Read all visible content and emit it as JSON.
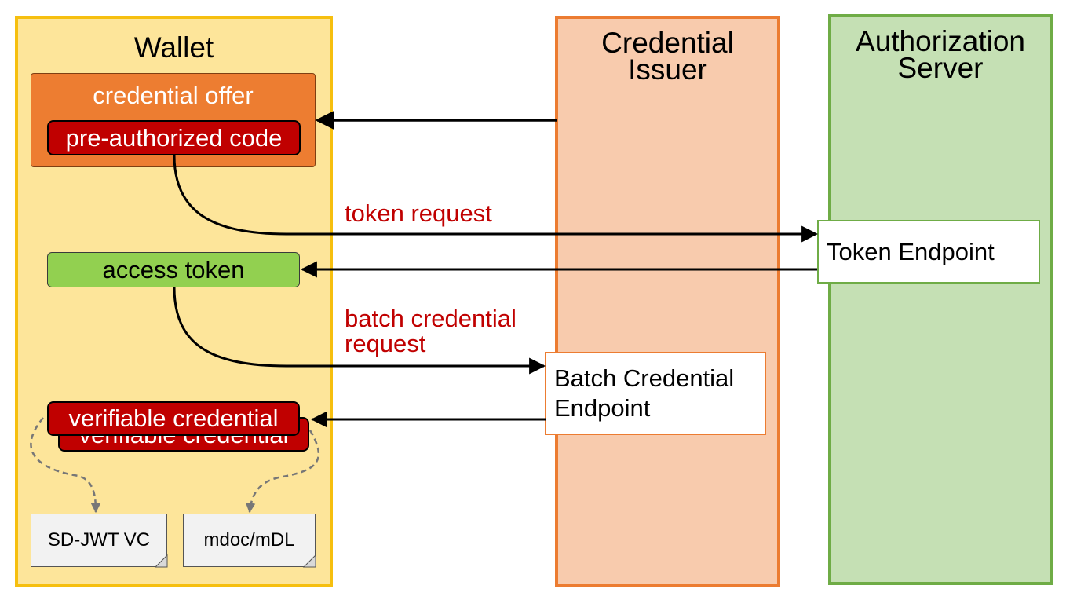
{
  "colors": {
    "wallet_fill": "#fde59a",
    "wallet_border": "#f6bf0f",
    "issuer_fill": "#f8cbad",
    "issuer_border": "#ec7c31",
    "auth_fill": "#c5e0b4",
    "auth_border": "#6fac46",
    "offer_fill": "#ed7d31",
    "code_fill": "#c00000",
    "token_fill": "#92d050",
    "label_red": "#c00000"
  },
  "lanes": {
    "wallet": "Wallet",
    "issuer": "Credential\nIssuer",
    "auth": "Authorization\nServer"
  },
  "wallet": {
    "credential_offer": "credential offer",
    "pre_authorized_code": "pre-authorized code",
    "access_token": "access token",
    "verifiable_credential": "verifiable credential",
    "verifiable_credential_back": "verifiable credential",
    "formats": [
      "SD-JWT VC",
      "mdoc/mDL"
    ]
  },
  "endpoints": {
    "token": "Token Endpoint",
    "batch": "Batch Credential\nEndpoint"
  },
  "requests": {
    "token_request": "token request",
    "batch_request": "batch credential\nrequest"
  }
}
